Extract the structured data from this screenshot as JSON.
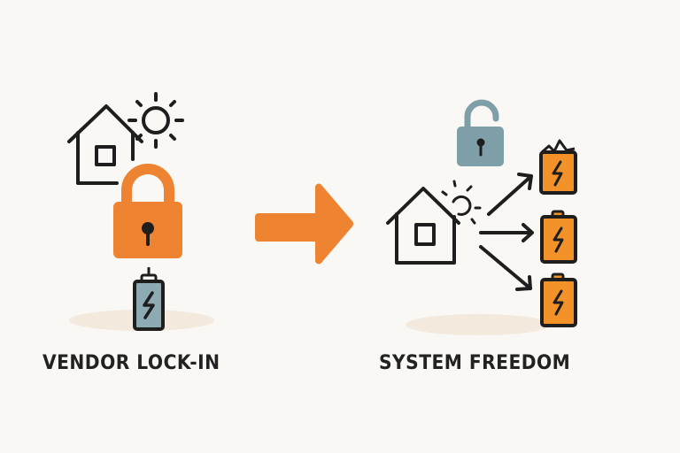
{
  "left": {
    "label": "VENDOR LOCK-IN",
    "lock_state": "locked",
    "icons": [
      "house-icon",
      "sun-icon",
      "padlock-locked-icon",
      "battery-icon"
    ]
  },
  "right": {
    "label": "SYSTEM FREEDOM",
    "lock_state": "unlocked",
    "icons": [
      "padlock-open-icon",
      "house-icon",
      "sun-icon",
      "battery-icon",
      "battery-icon",
      "battery-icon"
    ]
  },
  "colors": {
    "accent": "#ee8431",
    "lock_open": "#7f9fa8",
    "battery_gray": "#8eaab2",
    "battery_orange": "#f29229",
    "ink": "#1e1e1e",
    "background": "#faf8f5",
    "shadow": "#f3e9dd"
  }
}
